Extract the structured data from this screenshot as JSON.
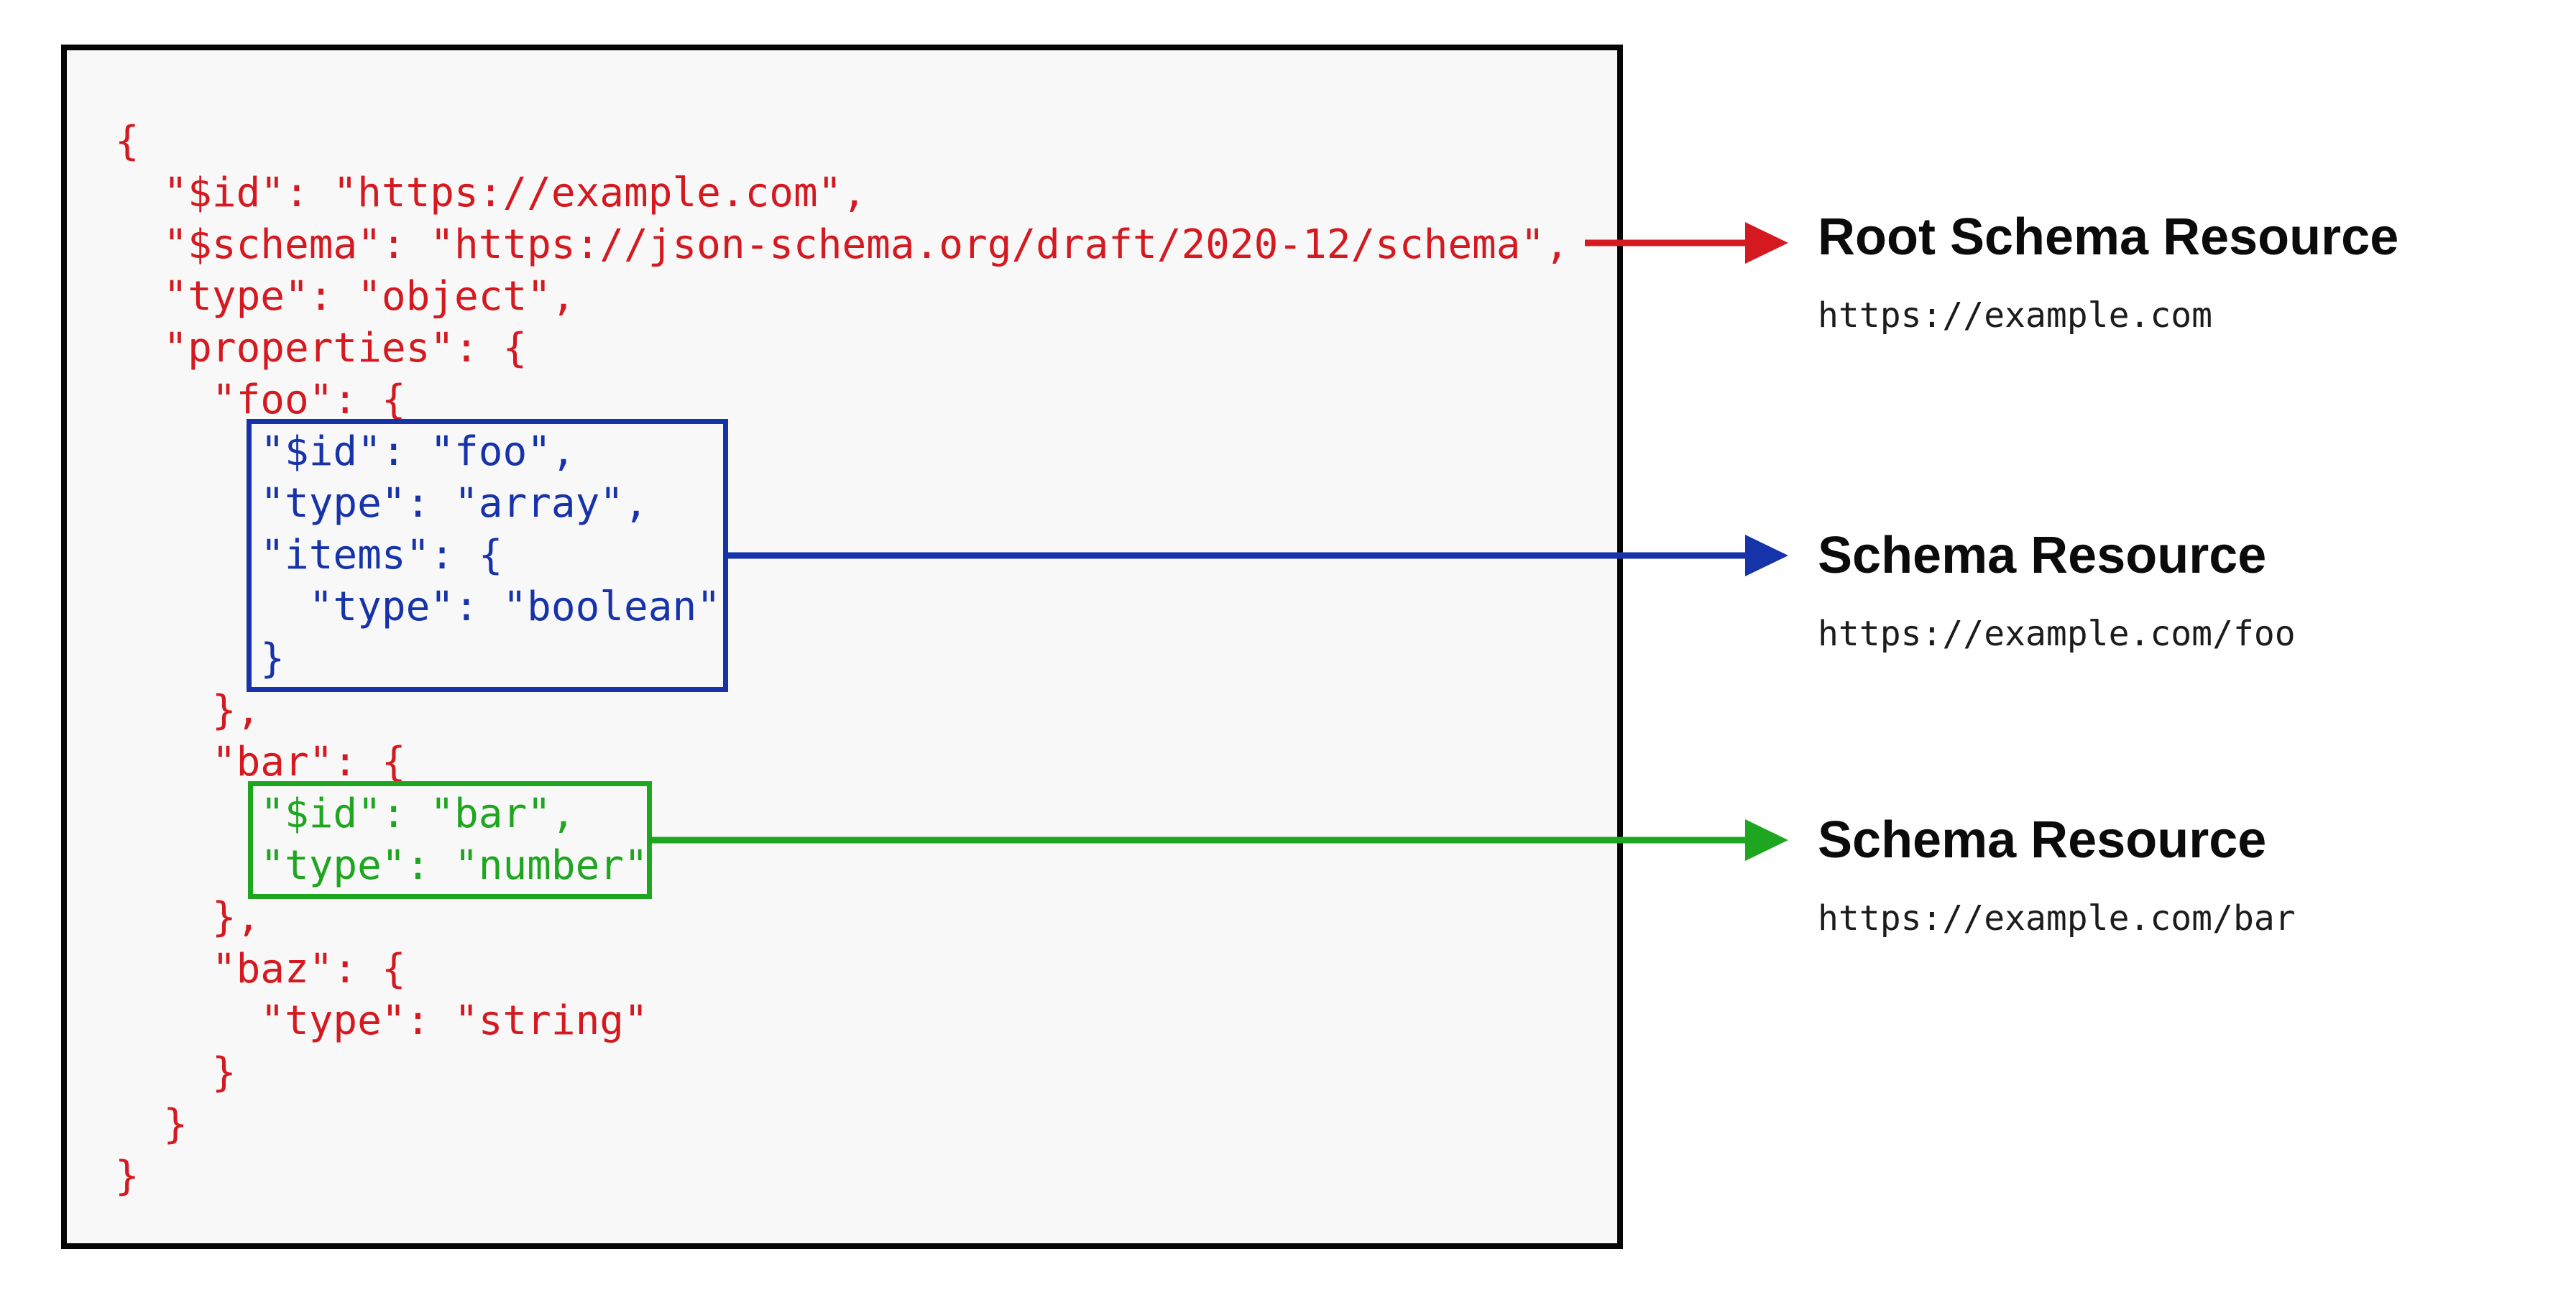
{
  "colors": {
    "root_schema": "#d41a20",
    "foo_schema": "#1733aa",
    "bar_schema": "#1fa621",
    "panel_border": "#060606",
    "panel_background": "#f8f8f8",
    "label_text": "#0b0b0b",
    "url_text": "#1c1c1c"
  },
  "code": {
    "lines": [
      {
        "text": "{",
        "region": "root"
      },
      {
        "text": "  \"$id\": \"https://example.com\",",
        "region": "root"
      },
      {
        "text": "  \"$schema\": \"https://json-schema.org/draft/2020-12/schema\",",
        "region": "root"
      },
      {
        "text": "  \"type\": \"object\",",
        "region": "root"
      },
      {
        "text": "  \"properties\": {",
        "region": "root"
      },
      {
        "text": "    \"foo\": {",
        "region": "root"
      },
      {
        "text": "      \"$id\": \"foo\",",
        "region": "foo"
      },
      {
        "text": "      \"type\": \"array\",",
        "region": "foo"
      },
      {
        "text": "      \"items\": {",
        "region": "foo"
      },
      {
        "text": "        \"type\": \"boolean\"",
        "region": "foo"
      },
      {
        "text": "      }",
        "region": "foo"
      },
      {
        "text": "    },",
        "region": "root"
      },
      {
        "text": "    \"bar\": {",
        "region": "root"
      },
      {
        "text": "      \"$id\": \"bar\",",
        "region": "bar"
      },
      {
        "text": "      \"type\": \"number\"",
        "region": "bar"
      },
      {
        "text": "    },",
        "region": "root"
      },
      {
        "text": "    \"baz\": {",
        "region": "root"
      },
      {
        "text": "      \"type\": \"string\"",
        "region": "root"
      },
      {
        "text": "    }",
        "region": "root"
      },
      {
        "text": "  }",
        "region": "root"
      },
      {
        "text": "}",
        "region": "root"
      }
    ]
  },
  "annotations": [
    {
      "title": "Root Schema Resource",
      "url": "https://example.com",
      "color": "#d41a20"
    },
    {
      "title": "Schema Resource",
      "url": "https://example.com/foo",
      "color": "#1733aa"
    },
    {
      "title": "Schema Resource",
      "url": "https://example.com/bar",
      "color": "#1fa621"
    }
  ],
  "arrows": [
    {
      "color": "#d41a20",
      "points_to": "Root Schema Resource"
    },
    {
      "color": "#1733aa",
      "points_to": "Schema Resource (foo)"
    },
    {
      "color": "#1fa621",
      "points_to": "Schema Resource (bar)"
    }
  ]
}
